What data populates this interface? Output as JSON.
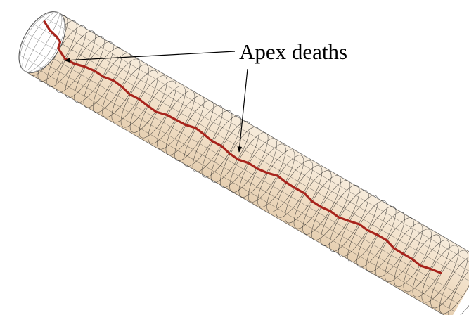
{
  "annotation": {
    "text": "Apex deaths"
  },
  "colors": {
    "tube_fill": "#f1dfc7",
    "tube_mesh": "#1a1a1a",
    "end_cap": "#ffffff",
    "filament": "#a8241c",
    "arrow": "#000000"
  },
  "icons": {
    "filament_icon": "hypha-filament",
    "arrow_icon": "leader-arrow"
  }
}
